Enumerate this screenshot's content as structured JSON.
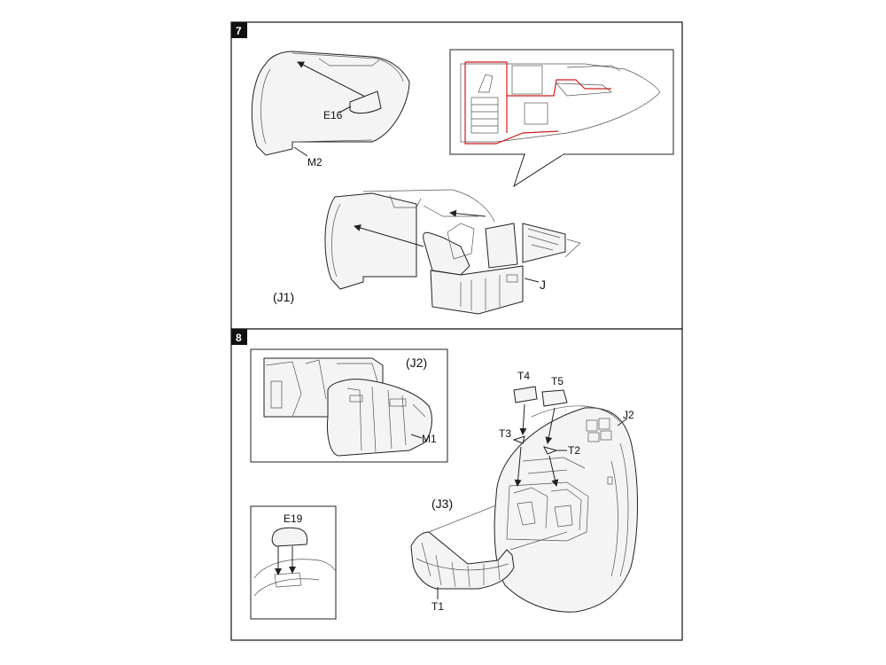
{
  "steps": [
    {
      "number": "7",
      "labels": {
        "e16": "E16",
        "m2": "M2",
        "j": "J",
        "j1": "(J1)"
      }
    },
    {
      "number": "8",
      "labels": {
        "j2_group": "(J2)",
        "m1": "M1",
        "e19": "E19",
        "t4": "T4",
        "t5": "T5",
        "j2": "J2",
        "t3": "T3",
        "t2": "T2",
        "j3": "(J3)",
        "t1": "T1"
      }
    }
  ],
  "colors": {
    "line": "#222222",
    "highlight": "#d21c1c",
    "step_badge": "#111111"
  }
}
